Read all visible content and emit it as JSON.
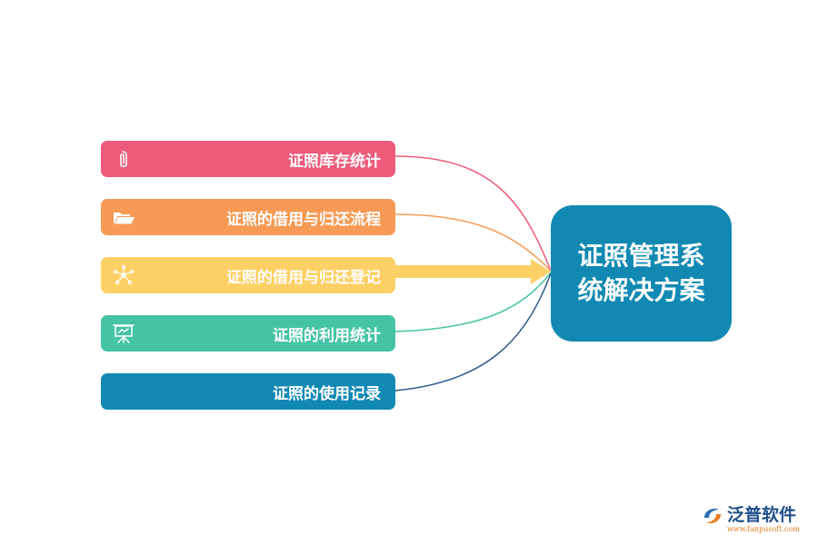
{
  "hub": {
    "title": "证照管理系统解决方案"
  },
  "items": [
    {
      "label": "证照库存统计",
      "icon": "paperclip-icon",
      "color": "#ee5b7a"
    },
    {
      "label": "证照的借用与归还流程",
      "icon": "folder-icon",
      "color": "#f79a55"
    },
    {
      "label": "证照的借用与归还登记",
      "icon": "network-icon",
      "color": "#fdd065"
    },
    {
      "label": "证照的利用统计",
      "icon": "presentation-icon",
      "color": "#45c4a5"
    },
    {
      "label": "证照的使用记录",
      "icon": "",
      "color": "#1189b3"
    }
  ],
  "brand": {
    "name": "泛普软件",
    "url": "www.fanpusoft.com"
  }
}
